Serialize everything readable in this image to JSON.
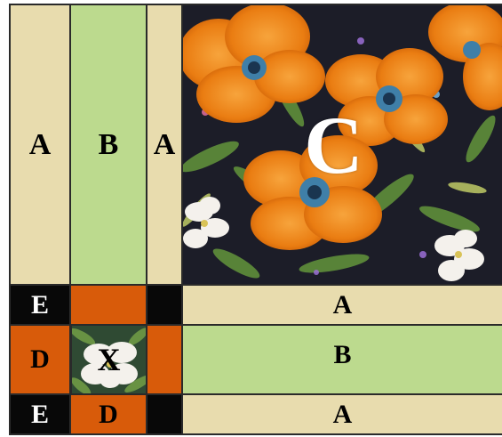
{
  "blocks": {
    "top_left_a": "A",
    "top_b": "B",
    "top_right_a": "A",
    "center_c": "C",
    "row1_e": "E",
    "row1_a": "A",
    "row2_d": "D",
    "row2_x": "X",
    "row2_b": "B",
    "row3_e": "E",
    "row3_d": "D",
    "row3_a": "A"
  },
  "colors": {
    "tan": "#e8dcae",
    "green": "#bcda8e",
    "orange": "#d85b0a",
    "black": "#080808",
    "border": "#2a2a2a"
  },
  "photos": {
    "c": "poppy-quilt-fabric",
    "x": "white-hibiscus-fabric"
  }
}
